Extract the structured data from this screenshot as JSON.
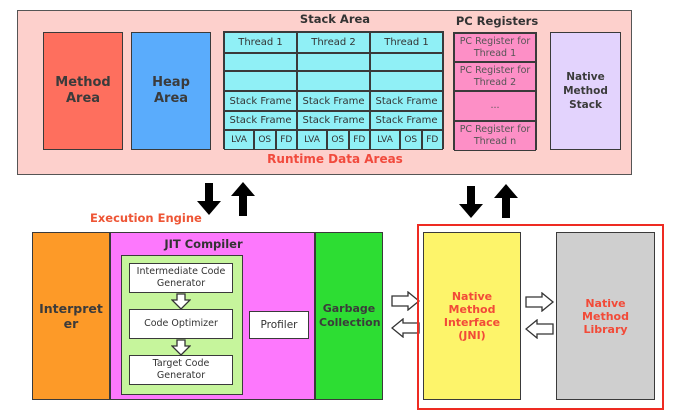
{
  "runtime_data_areas": {
    "label": "Runtime Data Areas",
    "method_area": "Method Area",
    "heap_area": "Heap Area",
    "stack_area": {
      "title": "Stack Area",
      "threads": [
        "Thread 1",
        "Thread 2",
        "Thread 1"
      ],
      "frame_label": "Stack Frame",
      "frame_parts": [
        "LVA",
        "OS",
        "FD"
      ]
    },
    "pc_registers": {
      "title": "PC Registers",
      "items": [
        "PC Register for Thread 1",
        "PC Register for Thread 2",
        "...",
        "PC Register for Thread n"
      ]
    },
    "native_method_stack": "Native Method Stack"
  },
  "execution_engine": {
    "label": "Execution Engine",
    "interpreter": "Interpreter",
    "jit_compiler": {
      "title": "JIT Compiler",
      "steps": [
        "Intermediate Code Generator",
        "Code Optimizer",
        "Target Code Generator"
      ],
      "profiler": "Profiler"
    },
    "garbage_collection": "Garbage Collection"
  },
  "native": {
    "interface": "Native Method Interface (JNI)",
    "library": "Native Method Library"
  },
  "colors": {
    "highlight_border": "#ee2b22",
    "label_red": "#f14a3d"
  }
}
